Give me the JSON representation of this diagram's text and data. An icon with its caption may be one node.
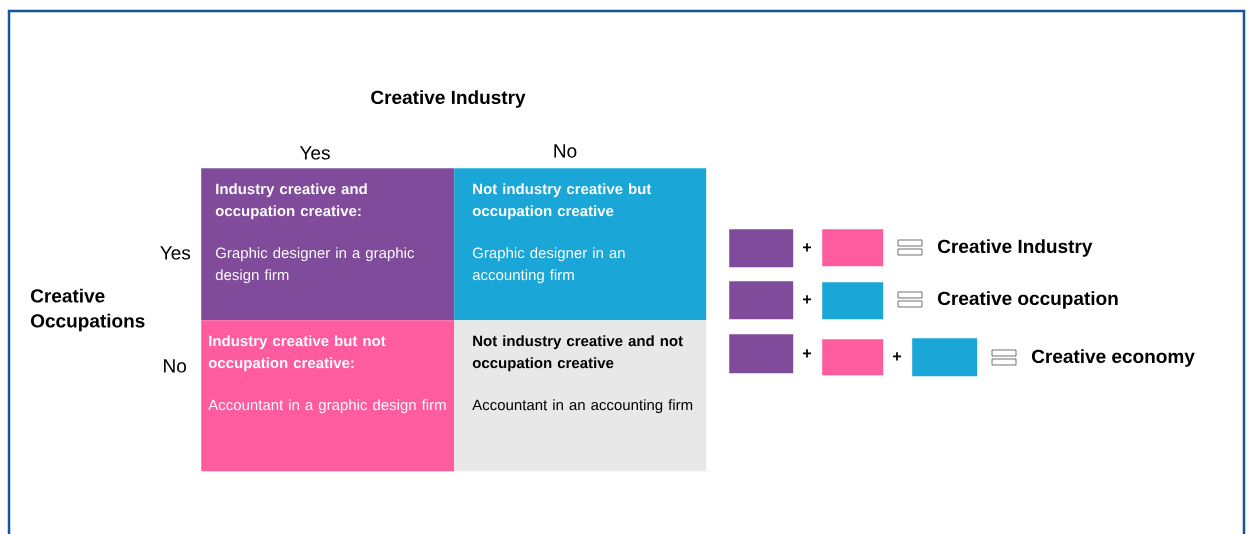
{
  "diagram": {
    "nodes": [
      {
        "text": [
          "Industry creative and occupation creative:",
          "Graphic designer in a graphic design firm"
        ]
      },
      {
        "text": [
          "Not industry creative but occupation creative",
          "Graphic designer in an accounting firm"
        ]
      },
      {
        "text": [
          "Industry creative but not occupation creative:",
          "Accountant in a graphic design firm"
        ]
      },
      {
        "text": [
          "Not industry creative and not occupation creative",
          "Accountant in an accounting firm"
        ]
      },
      {
        "text": [],
        "shape": "box"
      },
      {
        "text": [],
        "shape": "box"
      },
      {
        "text": [],
        "shape": "box"
      },
      {
        "text": [],
        "shape": "box"
      },
      {
        "text": [],
        "shape": "box"
      },
      {
        "text": [],
        "shape": "box"
      },
      {
        "text": [],
        "shape": "box"
      }
    ],
    "labels": [
      "Creative Industry",
      "Yes",
      "No",
      "Yes",
      "Creative Occupations",
      "No",
      "+",
      "Creative Industry",
      "+",
      "Creative occupation",
      "+",
      "+",
      "Creative economy"
    ]
  }
}
